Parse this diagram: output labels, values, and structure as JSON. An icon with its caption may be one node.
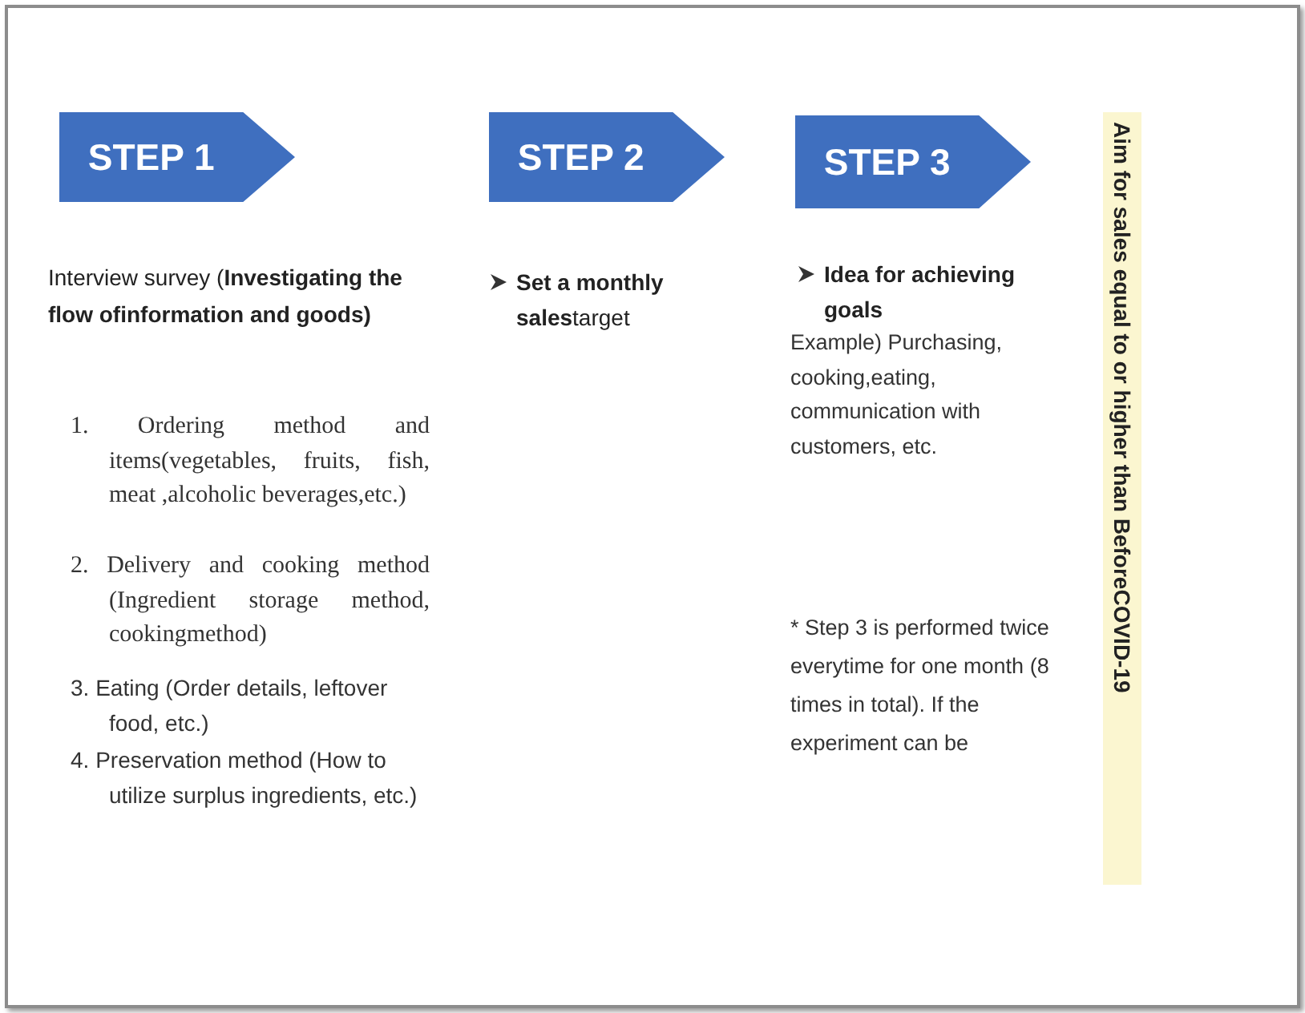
{
  "diagram": {
    "nodes": [
      {
        "text": [
          "STEP 1"
        ]
      },
      {
        "text": [
          "STEP 2"
        ]
      },
      {
        "text": [
          "STEP 3"
        ]
      },
      {
        "text": [
          "Aim for sales equal to or higher than BeforeCOVID-19"
        ]
      }
    ],
    "edges": [],
    "labels": [
      "Interview survey (**Investigating the flow ofinformation and goods)**",
      "1. Ordering method and items(vegetables, fruits, fish, meat ,alcoholic beverages,etc.)",
      "2. Delivery and cooking method (Ingredient storage method, cookingmethod)",
      "3. Eating (Order details, leftover food, etc.)",
      "4. Preservation method (How to utilize surplus ingredients, etc.)",
      "**Set a monthly sales**target",
      "Idea for achieving goals",
      "Example) Purchasing, cooking,eating, communication with customers, etc.",
      "* Step 3 is performed twice everytime for one month (8 times in total). If the experiment can be"
    ]
  }
}
